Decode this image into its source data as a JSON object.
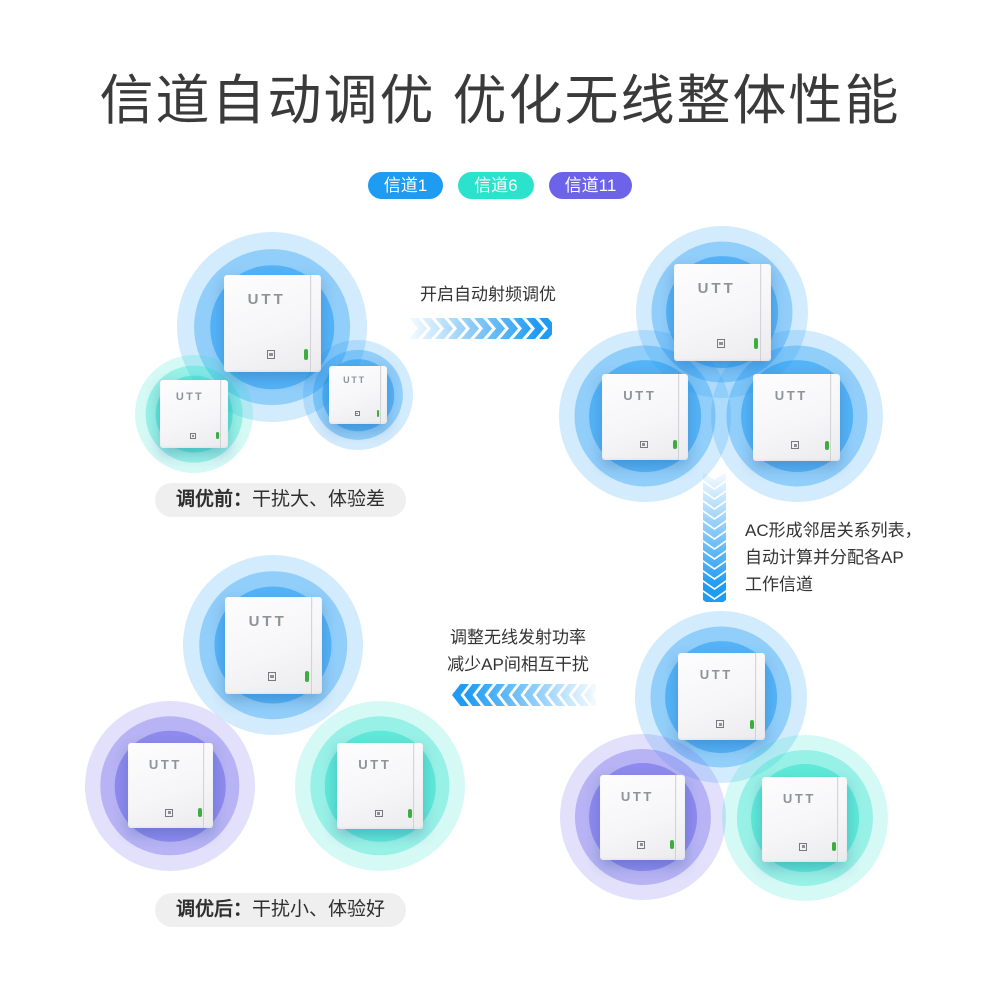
{
  "title": "信道自动调优 优化无线整体性能",
  "legend": {
    "channel1": "信道1",
    "channel6": "信道6",
    "channel11": "信道11"
  },
  "device": {
    "label": "UTT"
  },
  "steps": {
    "step1": "开启自动射频调优",
    "step2": [
      "AC形成邻居关系列表，",
      "自动计算并分配各AP",
      "工作信道"
    ],
    "step3": [
      "调整无线发射功率",
      "减少AP间相互干扰"
    ]
  },
  "captions": {
    "before_prefix": "调优前：",
    "before_rest": "干扰大、体验差",
    "after_prefix": "调优后：",
    "after_rest": "干扰小、体验好"
  },
  "colors": {
    "blue": "#1E9BF3",
    "teal": "#2BE3CC",
    "purple": "#6C63E9",
    "led": "#3CAE3F",
    "captionbg": "#EFEFEF",
    "text": "#333333",
    "title": "#3A3A3A"
  }
}
